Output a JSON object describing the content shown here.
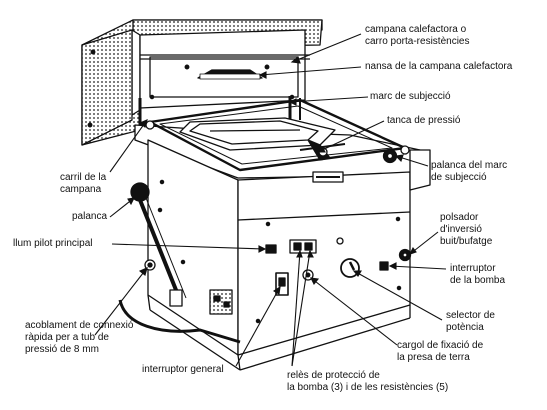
{
  "labels": {
    "campana": [
      "campana calefactora o",
      "carro porta-resistències"
    ],
    "nansa": [
      "nansa de la campana calefactora"
    ],
    "marc": [
      "marc de subjecció"
    ],
    "tanca": [
      "tanca de pressió"
    ],
    "palanca_marc": [
      "palanca del marc",
      "de subjecció"
    ],
    "carril": [
      "carril de la",
      "campana"
    ],
    "palanca": [
      "palanca"
    ],
    "polsador": [
      "polsador",
      "d'inversió",
      "buit/bufatge"
    ],
    "llum": [
      "llum pilot principal"
    ],
    "interruptor_bomba": [
      "interruptor",
      "de la bomba"
    ],
    "acoblament": [
      "acoblament de connexió",
      "ràpida per a tub de",
      "pressió de 8 mm"
    ],
    "selector": [
      "selector de",
      "potència"
    ],
    "cargol": [
      "cargol de fixació de",
      "la presa de terra"
    ],
    "interruptor_general": [
      "interruptor general"
    ],
    "reles": [
      "relès de protecció de",
      "la bomba (3) i de les resistències (5)"
    ]
  },
  "colors": {
    "ink": "#111111",
    "paper": "#ffffff"
  }
}
